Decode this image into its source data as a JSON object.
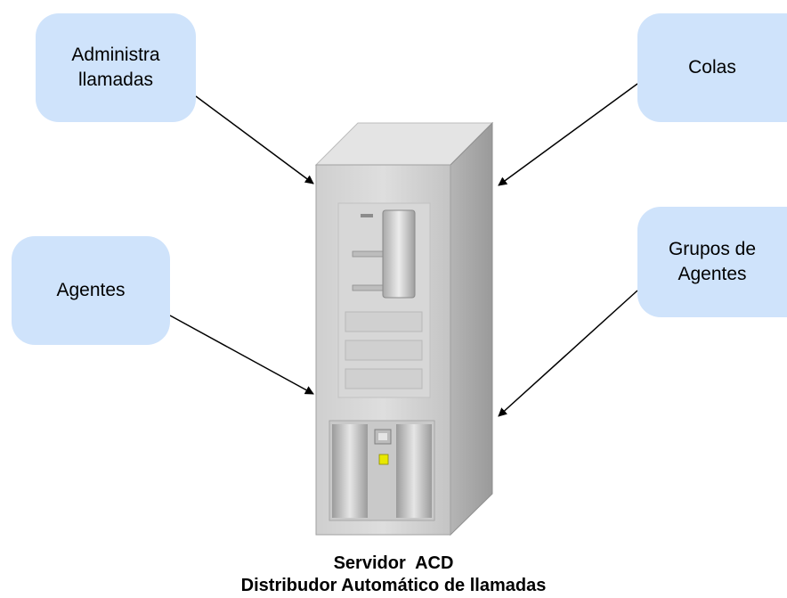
{
  "nodes": {
    "administra": [
      "Administra",
      "llamadas"
    ],
    "colas": [
      "Colas"
    ],
    "agentes": [
      "Agentes"
    ],
    "grupos": [
      "Grupos de",
      "Agentes"
    ]
  },
  "caption": {
    "line1": "Servidor  ACD",
    "line2": "Distribudor Automático de llamadas"
  },
  "colors": {
    "bubble": "#cfe3fb",
    "arrow": "#000000",
    "server_face": "#c9c9c9",
    "server_side": "#a9a9a9",
    "server_top": "#e4e4e4",
    "led": "#e8e800"
  },
  "icons": [
    "server-tower-icon"
  ]
}
